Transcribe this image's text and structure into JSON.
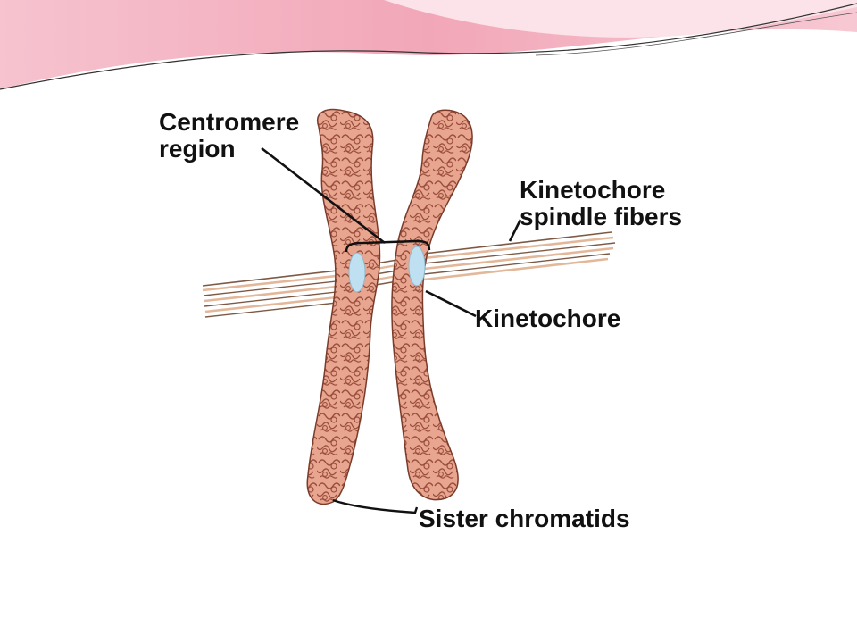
{
  "labels": {
    "centromere": [
      "Centromere",
      "region"
    ],
    "spindle": [
      "Kinetochore",
      "spindle fibers"
    ],
    "kinetochore": "Kinetochore",
    "sister": "Sister chromatids"
  },
  "colors": {
    "chromatid_fill": "#e8a58f",
    "chromatid_stroke": "#7a3b2a",
    "coil": "#9a4e3c",
    "fiber_light": "#e3b89a",
    "fiber_dark": "#7e5a45",
    "kinetochore": "#bfe0f0",
    "header_pink": "#f2a7b8",
    "text": "#111111"
  }
}
